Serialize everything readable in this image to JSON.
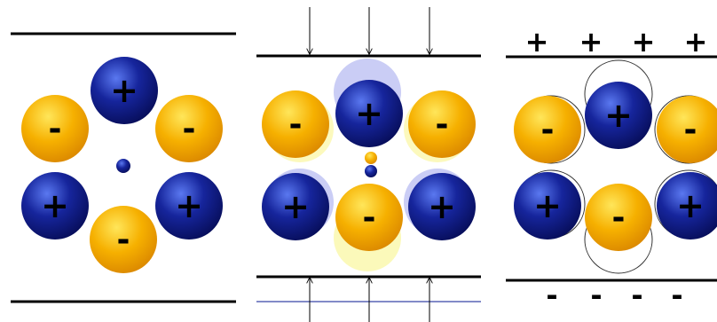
{
  "colors": {
    "cation": "#0d1a85",
    "cation_highlight": "#4a64e6",
    "anion": "#f0a200",
    "anion_highlight": "#ffe24a",
    "line": "#000000",
    "ghost_cation": "#b8bdf2",
    "ghost_anion": "#fbf7a6",
    "guide_blue": "#3844a8"
  },
  "symbols": {
    "plus": "+",
    "minus": "-"
  },
  "panels": [
    {
      "id": "unpolarized",
      "charge_row_top": [],
      "charge_row_bottom": []
    },
    {
      "id": "stressed",
      "charge_row_top": [],
      "charge_row_bottom": []
    },
    {
      "id": "polarized",
      "charge_row_top": [
        "+",
        "+",
        "+",
        "+"
      ],
      "charge_row_bottom": [
        "-",
        "-",
        "-",
        "-"
      ]
    }
  ]
}
